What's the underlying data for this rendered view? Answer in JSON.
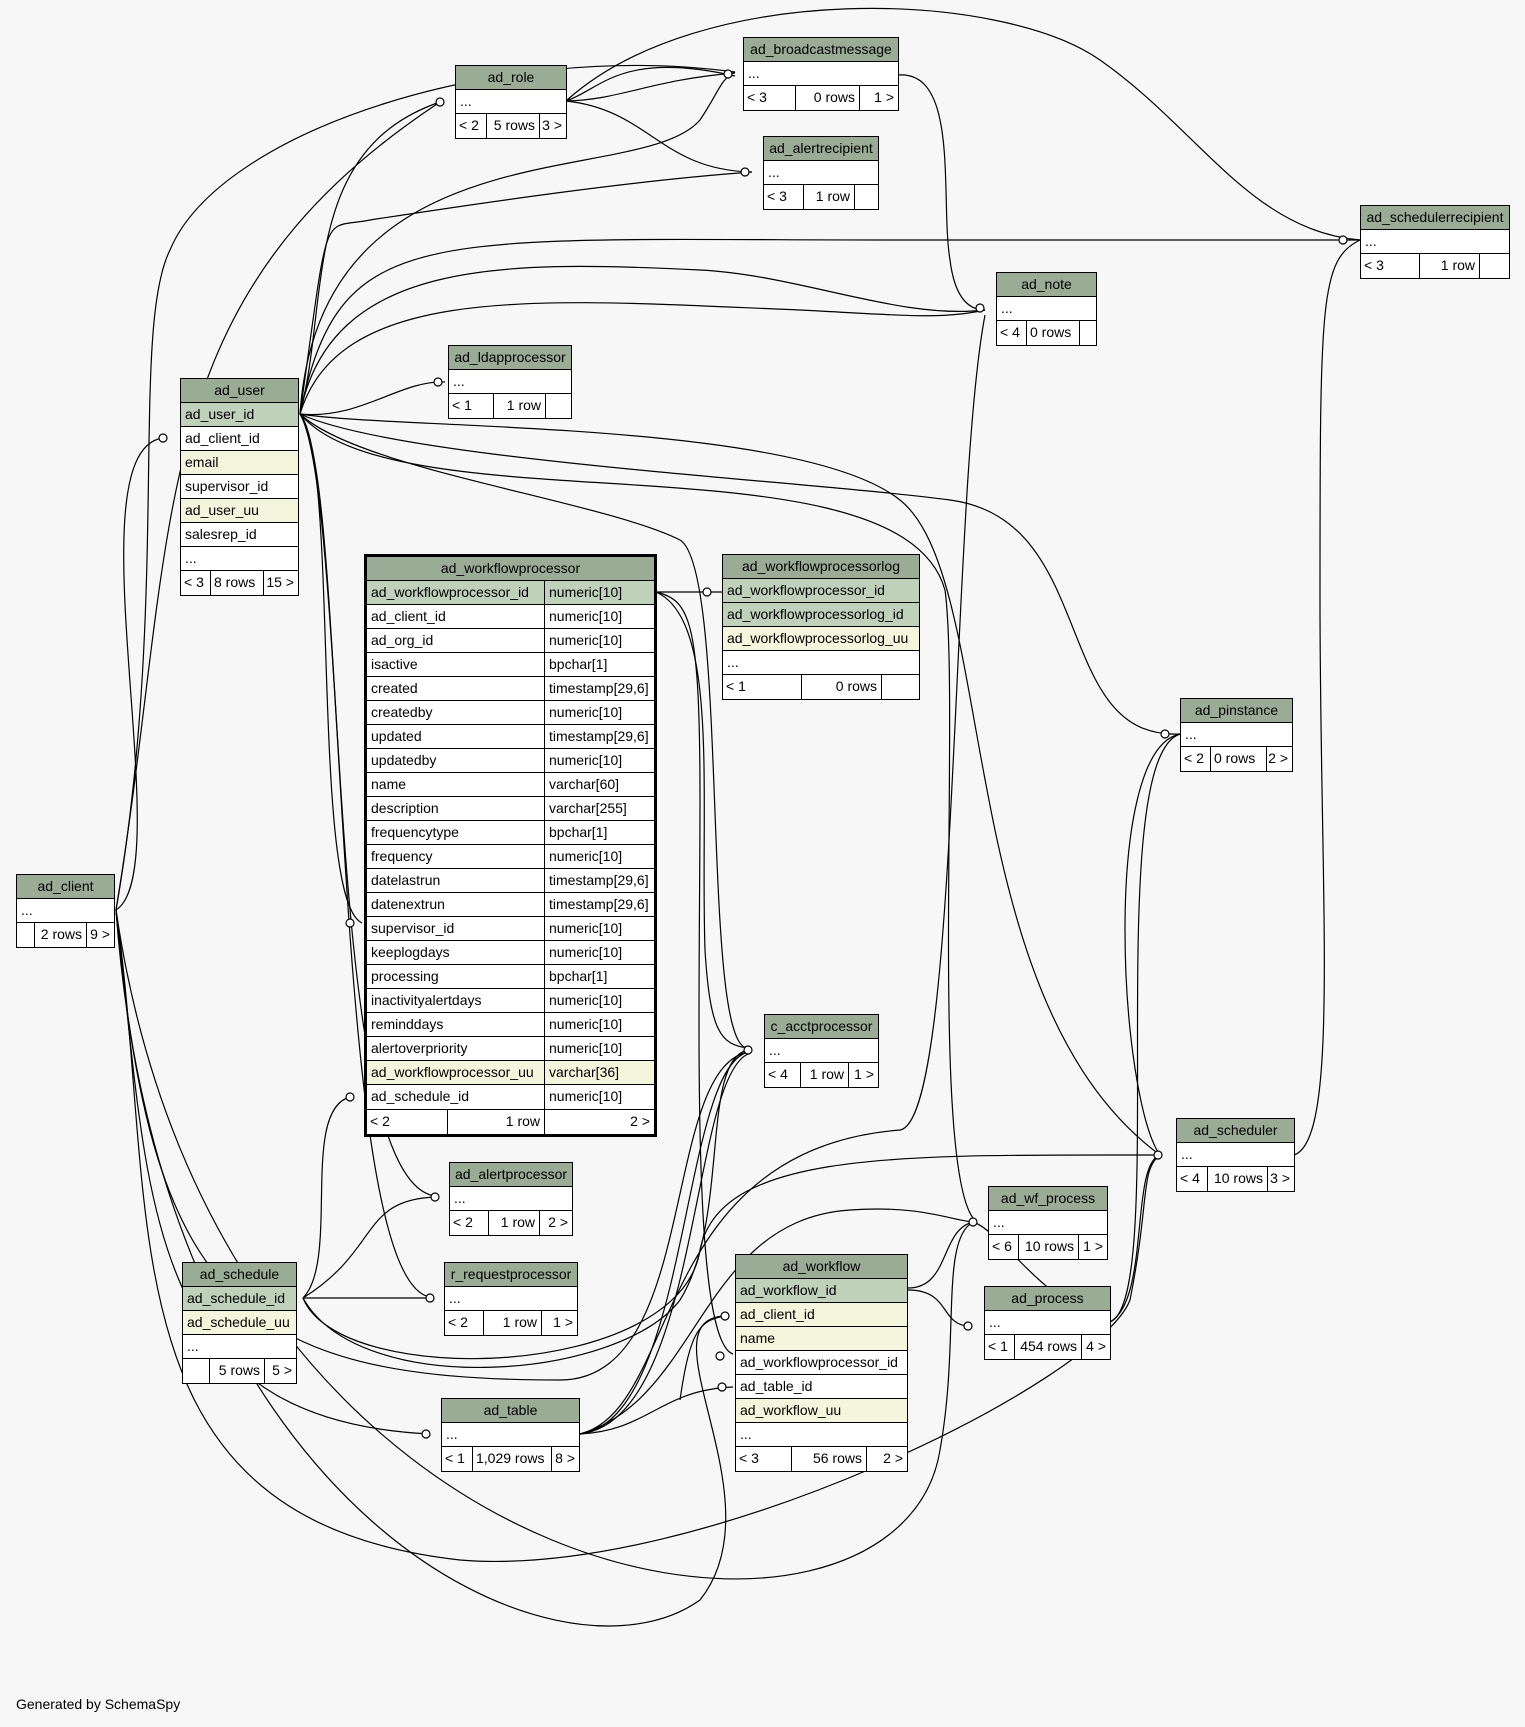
{
  "footer": {
    "generated_by": "Generated by SchemaSpy"
  },
  "colors": {
    "header": "#9aab96",
    "primary_key": "#bfd0bb",
    "indexed": "#f3f6dc",
    "background": "#f7f7f7",
    "edge": "#000000"
  },
  "tables": {
    "ad_broadcastmessage": {
      "name": "ad_broadcastmessage",
      "columns": [
        "..."
      ],
      "parents": "< 3",
      "rows": "0 rows",
      "children": "1 >"
    },
    "ad_role": {
      "name": "ad_role",
      "columns": [
        "..."
      ],
      "parents": "< 2",
      "rows": "5 rows",
      "children": "3 >"
    },
    "ad_alertrecipient": {
      "name": "ad_alertrecipient",
      "columns": [
        "..."
      ],
      "parents": "< 3",
      "rows": "1 row",
      "children": ""
    },
    "ad_schedulerrecipient": {
      "name": "ad_schedulerrecipient",
      "columns": [
        "..."
      ],
      "parents": "< 3",
      "rows": "1 row",
      "children": ""
    },
    "ad_note": {
      "name": "ad_note",
      "columns": [
        "..."
      ],
      "parents": "< 4",
      "rows": "0 rows",
      "children": ""
    },
    "ad_ldapprocessor": {
      "name": "ad_ldapprocessor",
      "columns": [
        "..."
      ],
      "parents": "< 1",
      "rows": "1 row",
      "children": ""
    },
    "ad_user": {
      "name": "ad_user",
      "columns": [
        "ad_user_id",
        "ad_client_id",
        "email",
        "supervisor_id",
        "ad_user_uu",
        "salesrep_id",
        "..."
      ],
      "parents": "< 3",
      "rows": "8 rows",
      "children": "15 >"
    },
    "ad_workflowprocessor": {
      "name": "ad_workflowprocessor",
      "columns": [
        {
          "name": "ad_workflowprocessor_id",
          "type": "numeric[10]"
        },
        {
          "name": "ad_client_id",
          "type": "numeric[10]"
        },
        {
          "name": "ad_org_id",
          "type": "numeric[10]"
        },
        {
          "name": "isactive",
          "type": "bpchar[1]"
        },
        {
          "name": "created",
          "type": "timestamp[29,6]"
        },
        {
          "name": "createdby",
          "type": "numeric[10]"
        },
        {
          "name": "updated",
          "type": "timestamp[29,6]"
        },
        {
          "name": "updatedby",
          "type": "numeric[10]"
        },
        {
          "name": "name",
          "type": "varchar[60]"
        },
        {
          "name": "description",
          "type": "varchar[255]"
        },
        {
          "name": "frequencytype",
          "type": "bpchar[1]"
        },
        {
          "name": "frequency",
          "type": "numeric[10]"
        },
        {
          "name": "datelastrun",
          "type": "timestamp[29,6]"
        },
        {
          "name": "datenextrun",
          "type": "timestamp[29,6]"
        },
        {
          "name": "supervisor_id",
          "type": "numeric[10]"
        },
        {
          "name": "keeplogdays",
          "type": "numeric[10]"
        },
        {
          "name": "processing",
          "type": "bpchar[1]"
        },
        {
          "name": "inactivityalertdays",
          "type": "numeric[10]"
        },
        {
          "name": "reminddays",
          "type": "numeric[10]"
        },
        {
          "name": "alertoverpriority",
          "type": "numeric[10]"
        },
        {
          "name": "ad_workflowprocessor_uu",
          "type": "varchar[36]"
        },
        {
          "name": "ad_schedule_id",
          "type": "numeric[10]"
        }
      ],
      "parents": "< 2",
      "rows": "1 row",
      "children": "2 >"
    },
    "ad_workflowprocessorlog": {
      "name": "ad_workflowprocessorlog",
      "columns": [
        "ad_workflowprocessor_id",
        "ad_workflowprocessorlog_id",
        "ad_workflowprocessorlog_uu",
        "..."
      ],
      "parents": "< 1",
      "rows": "0 rows",
      "children": ""
    },
    "ad_pinstance": {
      "name": "ad_pinstance",
      "columns": [
        "..."
      ],
      "parents": "< 2",
      "rows": "0 rows",
      "children": "2 >"
    },
    "ad_client": {
      "name": "ad_client",
      "columns": [
        "..."
      ],
      "parents": "",
      "rows": "2 rows",
      "children": "9 >"
    },
    "c_acctprocessor": {
      "name": "c_acctprocessor",
      "columns": [
        "..."
      ],
      "parents": "< 4",
      "rows": "1 row",
      "children": "1 >"
    },
    "ad_scheduler": {
      "name": "ad_scheduler",
      "columns": [
        "..."
      ],
      "parents": "< 4",
      "rows": "10 rows",
      "children": "3 >"
    },
    "ad_alertprocessor": {
      "name": "ad_alertprocessor",
      "columns": [
        "..."
      ],
      "parents": "< 2",
      "rows": "1 row",
      "children": "2 >"
    },
    "ad_wf_process": {
      "name": "ad_wf_process",
      "columns": [
        "..."
      ],
      "parents": "< 6",
      "rows": "10 rows",
      "children": "1 >"
    },
    "ad_schedule": {
      "name": "ad_schedule",
      "columns": [
        "ad_schedule_id",
        "ad_schedule_uu",
        "..."
      ],
      "parents": "",
      "rows": "5 rows",
      "children": "5 >"
    },
    "r_requestprocessor": {
      "name": "r_requestprocessor",
      "columns": [
        "..."
      ],
      "parents": "< 2",
      "rows": "1 row",
      "children": "1 >"
    },
    "ad_workflow": {
      "name": "ad_workflow",
      "columns": [
        "ad_workflow_id",
        "ad_client_id",
        "name",
        "ad_workflowprocessor_id",
        "ad_table_id",
        "ad_workflow_uu",
        "..."
      ],
      "parents": "< 3",
      "rows": "56 rows",
      "children": "2 >"
    },
    "ad_process": {
      "name": "ad_process",
      "columns": [
        "..."
      ],
      "parents": "< 1",
      "rows": "454 rows",
      "children": "4 >"
    },
    "ad_table": {
      "name": "ad_table",
      "columns": [
        "..."
      ],
      "parents": "< 1",
      "rows": "1,029 rows",
      "children": "8 >"
    }
  }
}
